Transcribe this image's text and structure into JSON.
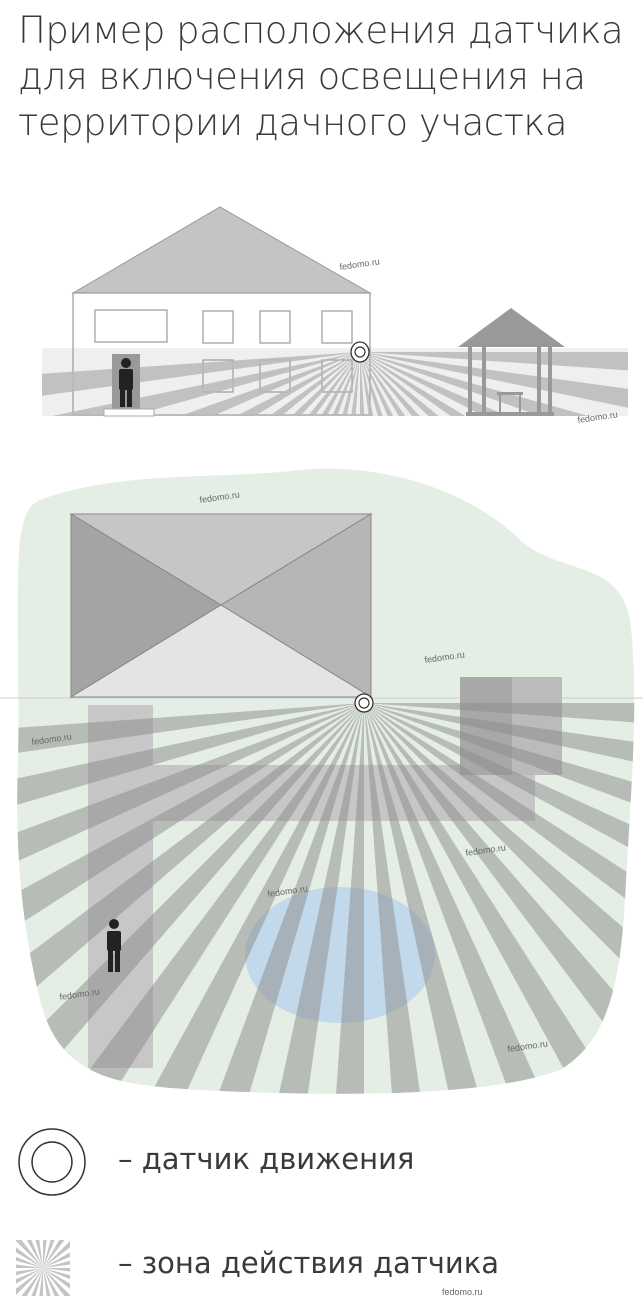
{
  "title": {
    "lines": [
      "Пример расположения датчика",
      "для включения освещения на",
      "территории дачного участка"
    ]
  },
  "watermark": "fedomo.ru",
  "legend": {
    "sensor_label": "– датчик движения",
    "zone_label": "– зона действия датчика"
  },
  "colors": {
    "ray": "#b8b8b8",
    "ground": "#efefef",
    "lawn": "#e4eee4",
    "pond": "#bcd4ec",
    "path": "#9a9a9a"
  }
}
